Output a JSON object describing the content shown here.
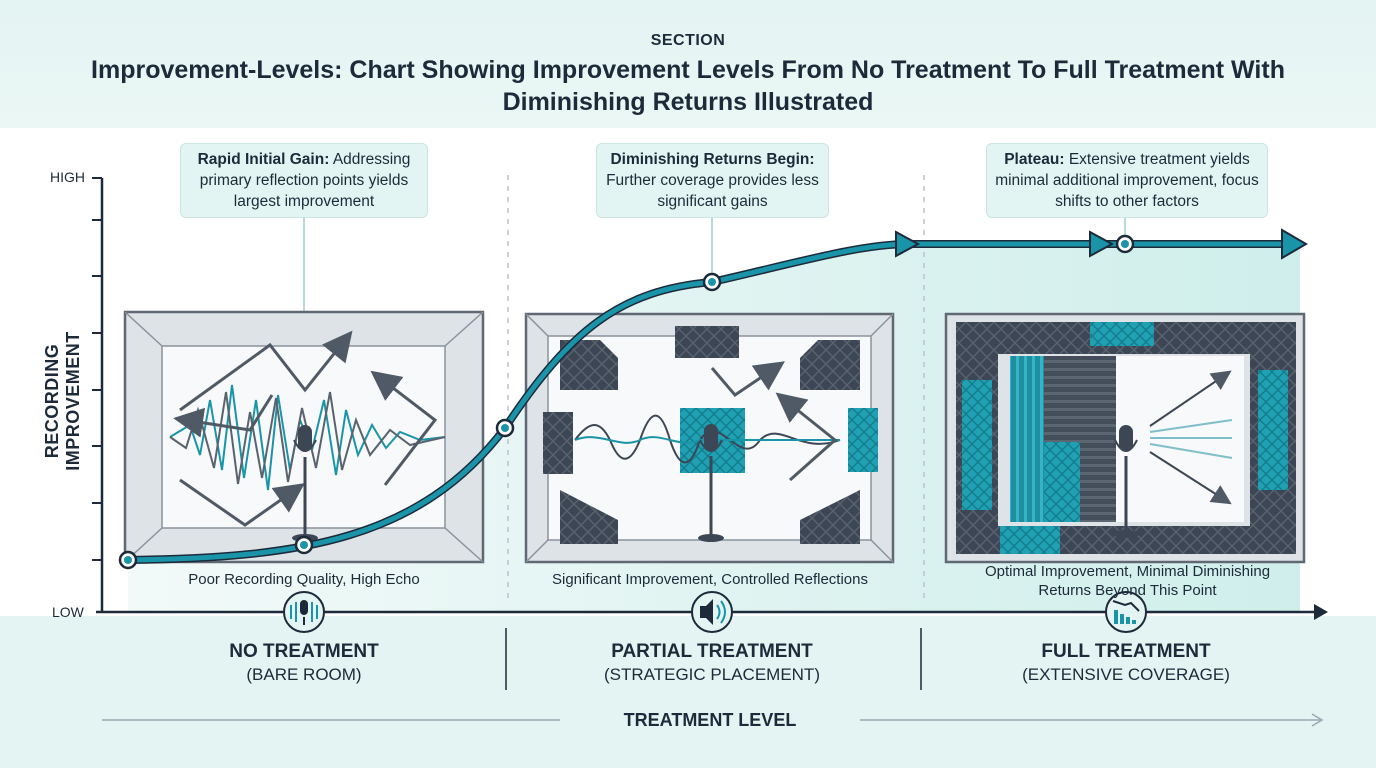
{
  "header": {
    "section": "SECTION",
    "title": "Improvement-Levels: Chart Showing Improvement Levels From No Treatment To Full Treatment With Diminishing Returns Illustrated"
  },
  "y_axis": {
    "label": "RECORDING IMPROVEMENT",
    "high": "HIGH",
    "low": "LOW"
  },
  "x_axis": {
    "label": "TREATMENT LEVEL"
  },
  "callouts": [
    {
      "title": "Rapid Initial Gain:",
      "text": "Addressing primary reflection points yields largest improvement"
    },
    {
      "title": "Diminishing Returns Begin:",
      "text": "Further coverage provides less significant gains"
    },
    {
      "title": "Plateau:",
      "text": "Extensive treatment yields minimal additional improvement, focus shifts to other factors"
    }
  ],
  "captions": [
    "Poor Recording Quality, High Echo",
    "Significant Improvement, Controlled Reflections",
    "Optimal Improvement, Minimal Diminishing Returns Beyond This Point"
  ],
  "categories": [
    {
      "name": "NO TREATMENT",
      "sub": "(BARE ROOM)",
      "icon": "microphone-sound-icon"
    },
    {
      "name": "PARTIAL TREATMENT",
      "sub": "(STRATEGIC PLACEMENT)",
      "icon": "speaker-icon"
    },
    {
      "name": "FULL TREATMENT",
      "sub": "(EXTENSIVE COVERAGE)",
      "icon": "declining-bars-icon"
    }
  ],
  "colors": {
    "teal": "#1a94a8",
    "navy": "#1c2a3a",
    "band": "#e4f4f2",
    "panel_grey": "#6b7580",
    "foam_dark": "#3c4654",
    "foam_teal": "#1fa0b3"
  }
}
